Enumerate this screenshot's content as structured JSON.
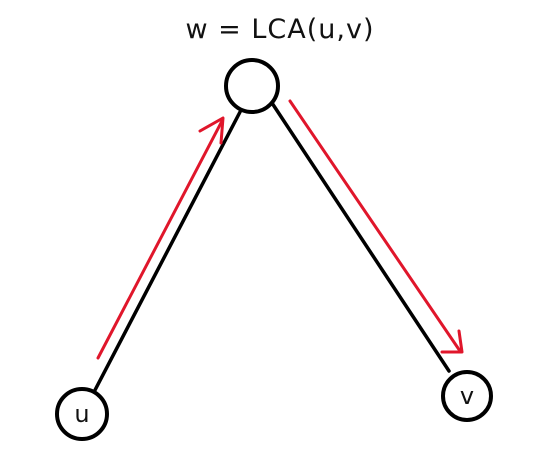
{
  "diagram": {
    "root_label": "w = LCA(u,v)",
    "node_u_label": "u",
    "node_v_label": "v",
    "colors": {
      "edge": "#000000",
      "path_arrow": "#e0162b",
      "node_fill": "#ffffff"
    }
  }
}
